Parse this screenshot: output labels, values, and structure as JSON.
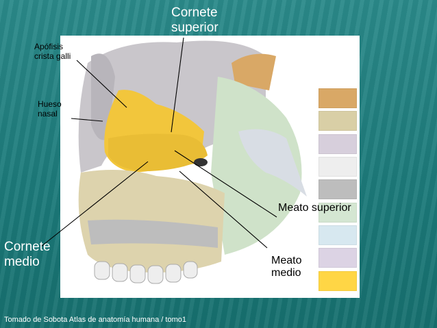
{
  "labels": {
    "cornete_superior": "Cornete\nsuperior",
    "apofisis": "Apófisis\ncrista galli",
    "hueso_nasal": "Hueso\nnasal",
    "meato_superior": "Meato superior",
    "cornete_medio": "Cornete\nmedio",
    "meato_medio": "Meato\nmedio"
  },
  "footer": "Tomado de Sobota Atlas de anatomía humana / tomo1",
  "swatches": [
    "#d9a866",
    "#d9cfa6",
    "#d7cfdc",
    "#eeeeee",
    "#bdbdbd",
    "#d4e6d2",
    "#d7e8f0",
    "#dcd3e4",
    "#ffd645"
  ]
}
